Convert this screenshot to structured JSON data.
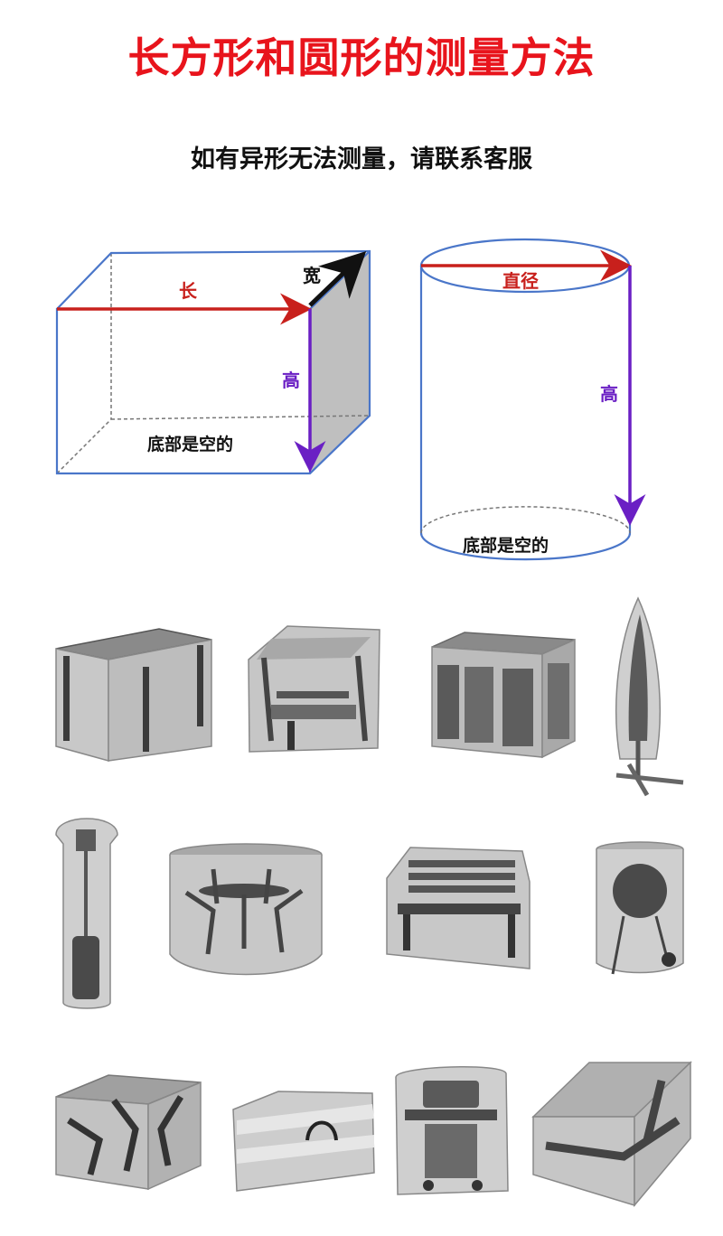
{
  "title": "长方形和圆形的测量方法",
  "subtitle": "如有异形无法测量，请联系客服",
  "colors": {
    "title": "#e8141c",
    "outline": "#4a76c9",
    "length_arrow": "#c8201c",
    "height_arrow": "#6a1fc4",
    "width_arrow": "#111111",
    "cover_fill": "#bdbdbd",
    "cover_dark": "#4a4a4a"
  },
  "box_diagram": {
    "length_label": "长",
    "width_label": "宽",
    "height_label": "高",
    "bottom_label": "底部是空的"
  },
  "cylinder_diagram": {
    "diameter_label": "直径",
    "height_label": "高",
    "bottom_label": "底部是空的"
  },
  "product_covers": [
    {
      "icon": "table-cover-icon"
    },
    {
      "icon": "swing-chair-cover-icon"
    },
    {
      "icon": "cube-furniture-cover-icon"
    },
    {
      "icon": "cantilever-umbrella-cover-icon"
    },
    {
      "icon": "patio-heater-cover-icon"
    },
    {
      "icon": "round-dining-set-cover-icon"
    },
    {
      "icon": "garden-bench-cover-icon"
    },
    {
      "icon": "kettle-grill-cover-icon"
    },
    {
      "icon": "rectangular-dining-set-cover-icon"
    },
    {
      "icon": "cushion-storage-bag-icon"
    },
    {
      "icon": "gas-grill-cover-icon"
    },
    {
      "icon": "sun-lounger-cover-icon"
    }
  ]
}
